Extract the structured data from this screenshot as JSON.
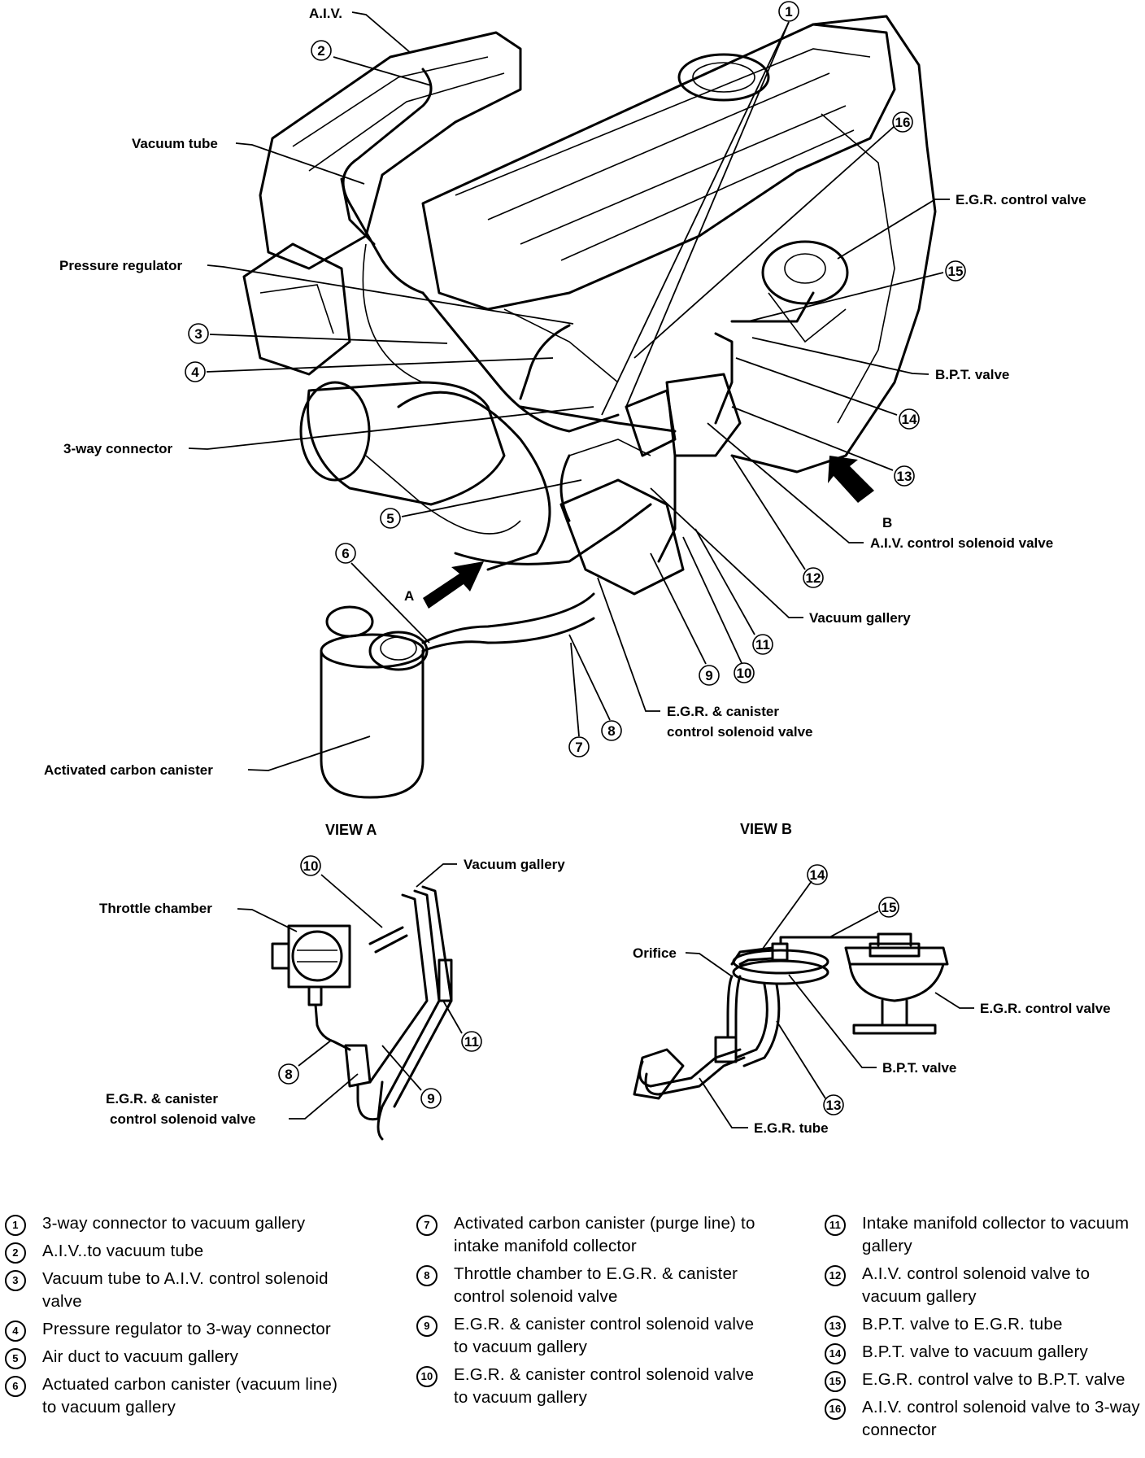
{
  "diagram": {
    "view_a_title": "VIEW A",
    "view_b_title": "VIEW B",
    "labels": {
      "aiv": "A.I.V.",
      "vacuum_tube": "Vacuum tube",
      "pressure_regulator": "Pressure regulator",
      "three_way_connector": "3-way connector",
      "activated_carbon_canister": "Activated carbon canister",
      "egr_control_valve": "E.G.R. control valve",
      "bpt_valve": "B.P.T. valve",
      "aiv_control_solenoid_valve": "A.I.V. control solenoid valve",
      "vacuum_gallery": "Vacuum gallery",
      "egr_canister_solenoid_line1": "E.G.R. & canister",
      "egr_canister_solenoid_line2": "control solenoid valve",
      "arrow_a": "A",
      "arrow_b": "B"
    },
    "view_a_labels": {
      "throttle_chamber": "Throttle chamber",
      "vacuum_gallery": "Vacuum gallery",
      "egr_canister_line1": "E.G.R. & canister",
      "egr_canister_line2": "control solenoid valve"
    },
    "view_b_labels": {
      "orifice": "Orifice",
      "egr_control_valve": "E.G.R. control valve",
      "bpt_valve": "B.P.T. valve",
      "egr_tube": "E.G.R. tube"
    },
    "callout_numbers": [
      "1",
      "2",
      "3",
      "4",
      "5",
      "6",
      "7",
      "8",
      "9",
      "10",
      "11",
      "12",
      "13",
      "14",
      "15",
      "16"
    ]
  },
  "legend": [
    {
      "num": "1",
      "text": "3-way connector to vacuum gallery"
    },
    {
      "num": "2",
      "text": "A.I.V..to vacuum tube"
    },
    {
      "num": "3",
      "text": "Vacuum tube to A.I.V. control solenoid valve"
    },
    {
      "num": "4",
      "text": "Pressure regulator to 3-way connector"
    },
    {
      "num": "5",
      "text": "Air duct to vacuum gallery"
    },
    {
      "num": "6",
      "text": "Actuated carbon canister (vacuum line) to vacuum gallery"
    },
    {
      "num": "7",
      "text": "Activated carbon canister (purge line) to intake manifold collector"
    },
    {
      "num": "8",
      "text": "Throttle chamber to E.G.R. & canister control solenoid valve"
    },
    {
      "num": "9",
      "text": "E.G.R. & canister control solenoid valve to vacuum gallery"
    },
    {
      "num": "10",
      "text": "E.G.R. & canister control solenoid valve to vacuum gallery"
    },
    {
      "num": "11",
      "text": "Intake manifold collector to vacuum gallery"
    },
    {
      "num": "12",
      "text": "A.I.V. control solenoid valve to vacuum gallery"
    },
    {
      "num": "13",
      "text": "B.P.T. valve to E.G.R. tube"
    },
    {
      "num": "14",
      "text": "B.P.T. valve to vacuum gallery"
    },
    {
      "num": "15",
      "text": "E.G.R. control valve to B.P.T. valve"
    },
    {
      "num": "16",
      "text": "A.I.V. control solenoid valve to 3-way connector"
    }
  ]
}
